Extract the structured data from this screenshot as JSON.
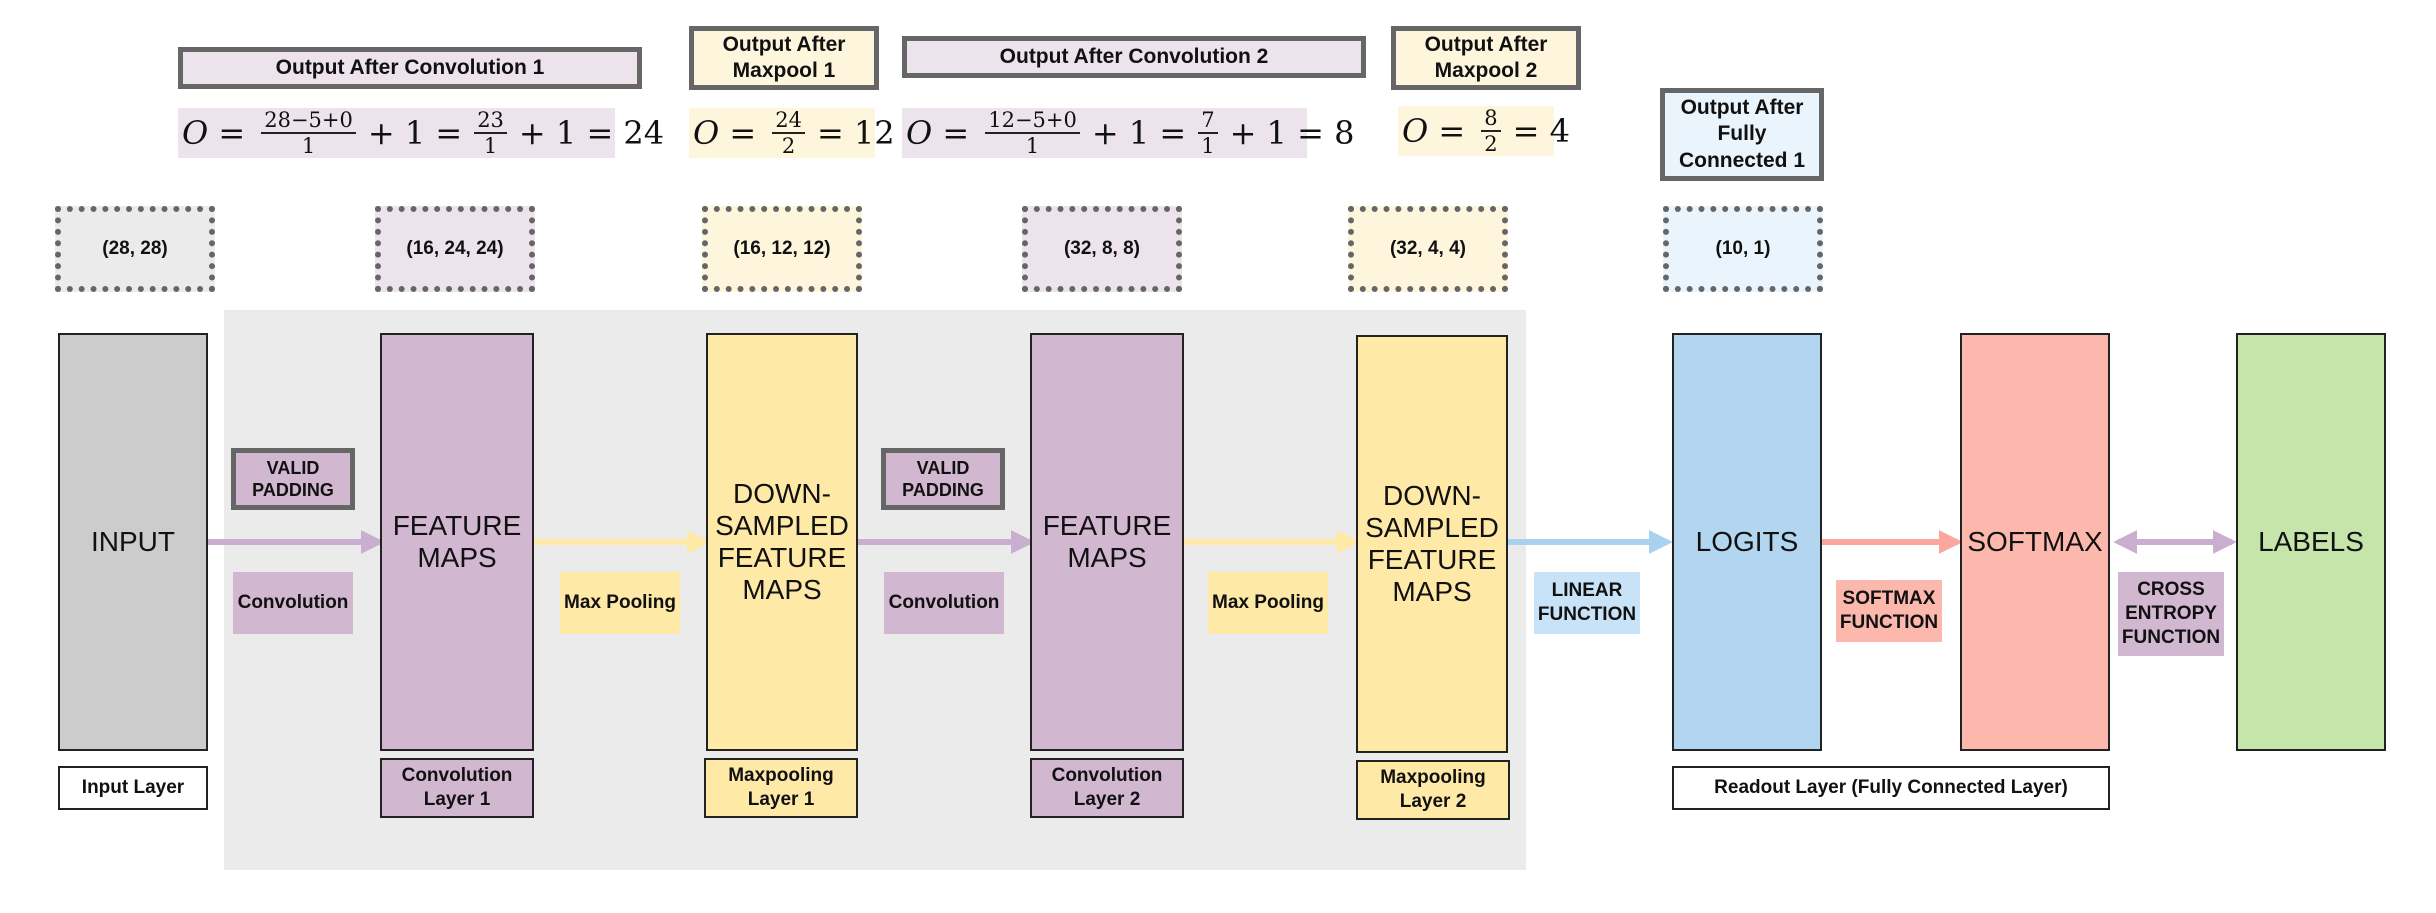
{
  "output_headers": {
    "conv1": "Output After Convolution 1",
    "pool1": "Output After Maxpool 1",
    "conv2": "Output After Convolution 2",
    "pool2": "Output After Maxpool 2",
    "fc1": "Output After Fully Connected 1"
  },
  "formulas": {
    "conv1": {
      "lhs": "O =",
      "frac1_num": "28−5+0",
      "frac1_den": "1",
      "op1": "+ 1 =",
      "frac2_num": "23",
      "frac2_den": "1",
      "result": "+ 1 = 24"
    },
    "pool1": {
      "lhs": "O =",
      "frac_num": "24",
      "frac_den": "2",
      "result": "= 12"
    },
    "conv2": {
      "lhs": "O =",
      "frac1_num": "12−5+0",
      "frac1_den": "1",
      "op1": "+ 1 =",
      "frac2_num": "7",
      "frac2_den": "1",
      "result": "+ 1 = 8"
    },
    "pool2": {
      "lhs": "O =",
      "frac_num": "8",
      "frac_den": "2",
      "result": "= 4"
    }
  },
  "shapes": {
    "input": "(28, 28)",
    "conv1": "(16, 24, 24)",
    "pool1": "(16, 12, 12)",
    "conv2": "(32, 8, 8)",
    "pool2": "(32, 4, 4)",
    "fc1": "(10, 1)"
  },
  "blocks": {
    "input": "INPUT",
    "feature_maps_1": "FEATURE MAPS",
    "downsampled_1": "DOWN-SAMPLED FEATURE MAPS",
    "feature_maps_2": "FEATURE MAPS",
    "downsampled_2": "DOWN-SAMPLED FEATURE MAPS",
    "logits": "LOGITS",
    "softmax": "SOFTMAX",
    "labels": "LABELS"
  },
  "captions": {
    "input_layer": "Input Layer",
    "conv_layer_1": "Convolution Layer 1",
    "maxpool_layer_1": "Maxpooling Layer 1",
    "conv_layer_2": "Convolution Layer 2",
    "maxpool_layer_2": "Maxpooling Layer 2",
    "readout_layer": "Readout Layer (Fully Connected Layer)"
  },
  "operations": {
    "valid_padding": "VALID PADDING",
    "convolution": "Convolution",
    "max_pooling": "Max Pooling",
    "linear_function": "LINEAR FUNCTION",
    "softmax_function": "SOFTMAX FUNCTION",
    "cross_entropy_function": "CROSS ENTROPY FUNCTION"
  },
  "colors": {
    "conv": "#d2b7d1",
    "pool": "#fee9a7",
    "linear": "#b3d6f0",
    "softmax": "#fdb8ae",
    "labels": "#c6e5ab",
    "input": "#cccccc"
  }
}
